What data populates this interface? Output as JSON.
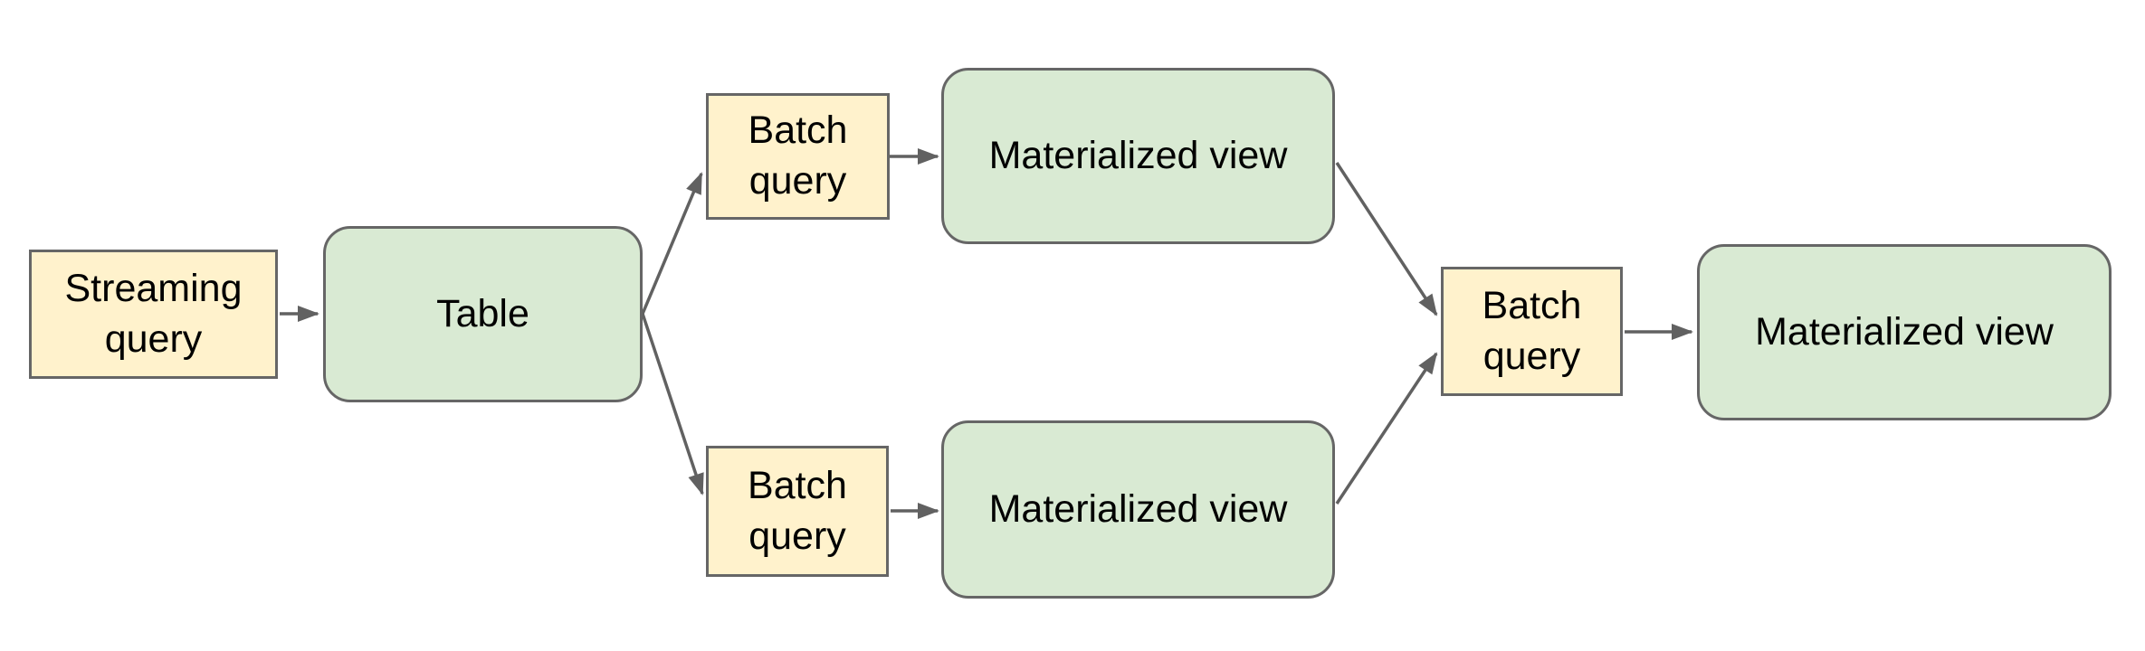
{
  "diagram": {
    "colors": {
      "node_fill_yellow": "#fff2cc",
      "node_fill_green": "#d9ead3",
      "border": "#666666",
      "arrow": "#616161",
      "text": "#000000",
      "background": "#ffffff"
    },
    "nodes": [
      {
        "id": "streaming-query",
        "label": "Streaming query",
        "shape": "rect",
        "fill": "yellow"
      },
      {
        "id": "table",
        "label": "Table",
        "shape": "rounded",
        "fill": "green"
      },
      {
        "id": "batch-query-top",
        "label": "Batch query",
        "shape": "rect",
        "fill": "yellow"
      },
      {
        "id": "materialized-view-top",
        "label": "Materialized view",
        "shape": "rounded",
        "fill": "green"
      },
      {
        "id": "batch-query-bottom",
        "label": "Batch query",
        "shape": "rect",
        "fill": "yellow"
      },
      {
        "id": "materialized-view-bottom",
        "label": "Materialized view",
        "shape": "rounded",
        "fill": "green"
      },
      {
        "id": "batch-query-right",
        "label": "Batch query",
        "shape": "rect",
        "fill": "yellow"
      },
      {
        "id": "materialized-view-right",
        "label": "Materialized view",
        "shape": "rounded",
        "fill": "green"
      }
    ],
    "edges": [
      {
        "from": "streaming-query",
        "to": "table"
      },
      {
        "from": "table",
        "to": "batch-query-top"
      },
      {
        "from": "table",
        "to": "batch-query-bottom"
      },
      {
        "from": "batch-query-top",
        "to": "materialized-view-top"
      },
      {
        "from": "batch-query-bottom",
        "to": "materialized-view-bottom"
      },
      {
        "from": "materialized-view-top",
        "to": "batch-query-right"
      },
      {
        "from": "materialized-view-bottom",
        "to": "batch-query-right"
      },
      {
        "from": "batch-query-right",
        "to": "materialized-view-right"
      }
    ]
  }
}
